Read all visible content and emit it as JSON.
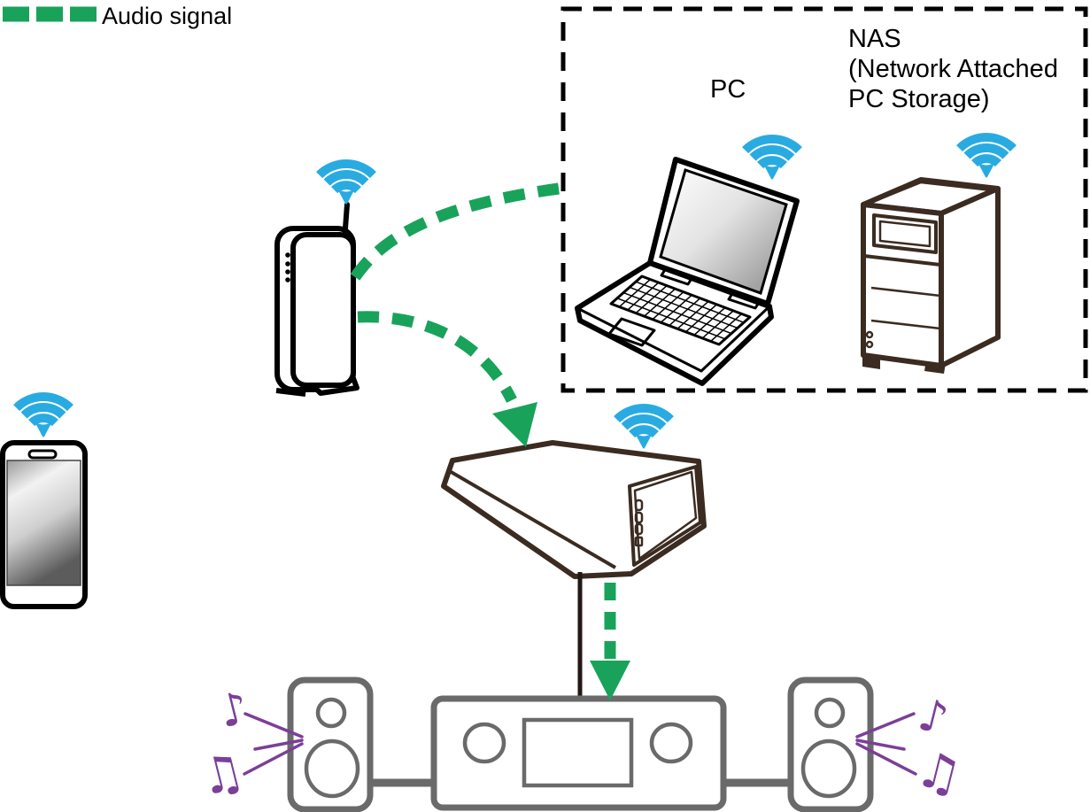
{
  "legend": {
    "label": "Audio signal"
  },
  "group_box": {
    "pc_label": "PC",
    "nas_label_lines": [
      "NAS",
      "(Network Attached",
      "PC Storage)"
    ]
  },
  "icons": {
    "wifi": "wifi-signal",
    "note_single": "♪",
    "note_double": "♫"
  },
  "colors": {
    "audio_signal_green": "#19A35A",
    "wifi_blue": "#29ABE2",
    "note_purple": "#7B3F98",
    "outline_brown": "#3B2B20",
    "audio_gray": "#6A6A6A",
    "line_black": "#000000",
    "cable_dark": "#231815"
  }
}
